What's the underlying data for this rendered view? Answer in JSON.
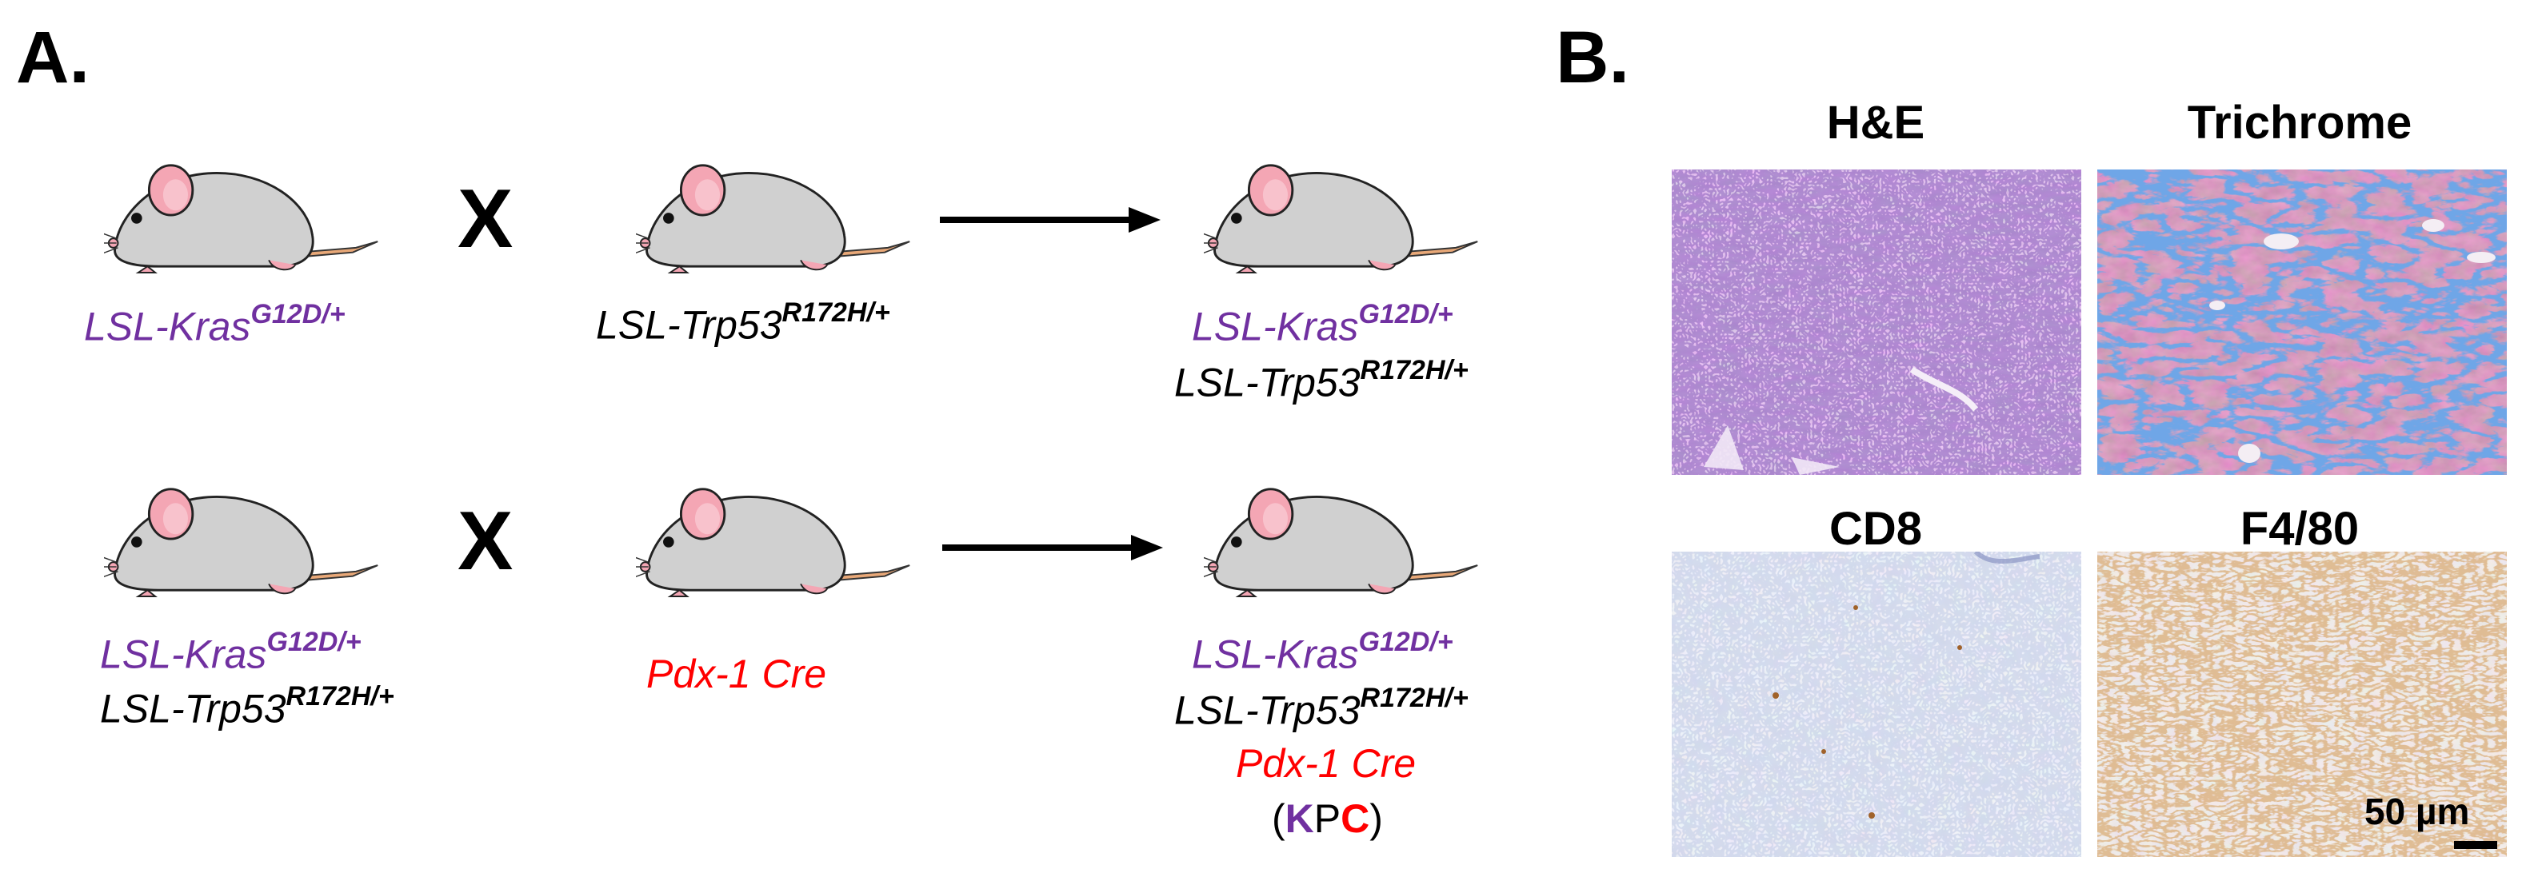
{
  "panel_a": {
    "letter": "A.",
    "row1": {
      "parent1": {
        "gene": "LSL-Kras",
        "allele": "G12D/+"
      },
      "cross": "X",
      "parent2": {
        "gene": "LSL-Trp53",
        "allele": "R172H/+"
      },
      "offspring": [
        {
          "gene": "LSL-Kras",
          "allele": "G12D/+"
        },
        {
          "gene": "LSL-Trp53",
          "allele": "R172H/+"
        }
      ]
    },
    "row2": {
      "parent1": [
        {
          "gene": "LSL-Kras",
          "allele": "G12D/+"
        },
        {
          "gene": "LSL-Trp53",
          "allele": "R172H/+"
        }
      ],
      "cross": "X",
      "parent2": {
        "gene": "Pdx-1 Cre"
      },
      "offspring": [
        {
          "gene": "LSL-Kras",
          "allele": "G12D/+"
        },
        {
          "gene": "LSL-Trp53",
          "allele": "R172H/+"
        },
        {
          "gene": "Pdx-1 Cre"
        }
      ],
      "abbrev": {
        "open": "(",
        "k": "K",
        "p": "P",
        "c": "C",
        "close": ")"
      }
    }
  },
  "panel_b": {
    "letter": "B.",
    "stains": [
      {
        "title": "H&E"
      },
      {
        "title": "Trichrome"
      },
      {
        "title": "CD8"
      },
      {
        "title": "F4/80"
      }
    ],
    "scale_bar": "50 µm"
  },
  "colors": {
    "kras": "#7030a0",
    "trp53": "#000000",
    "cre": "#ff0000",
    "mouse_body": "#d0d0d0",
    "mouse_ear": "#f4a6b4",
    "mouse_tail": "#e8a878",
    "he_base": "#c98fd6",
    "trichrome_base": "#b85a8a",
    "trichrome_fiber": "#2a62c8",
    "ihc_base": "#dfe1e8",
    "ihc_brown": "#a0622a"
  },
  "icons": [
    "mouse-icon",
    "arrow-icon",
    "scale-bar-icon"
  ]
}
